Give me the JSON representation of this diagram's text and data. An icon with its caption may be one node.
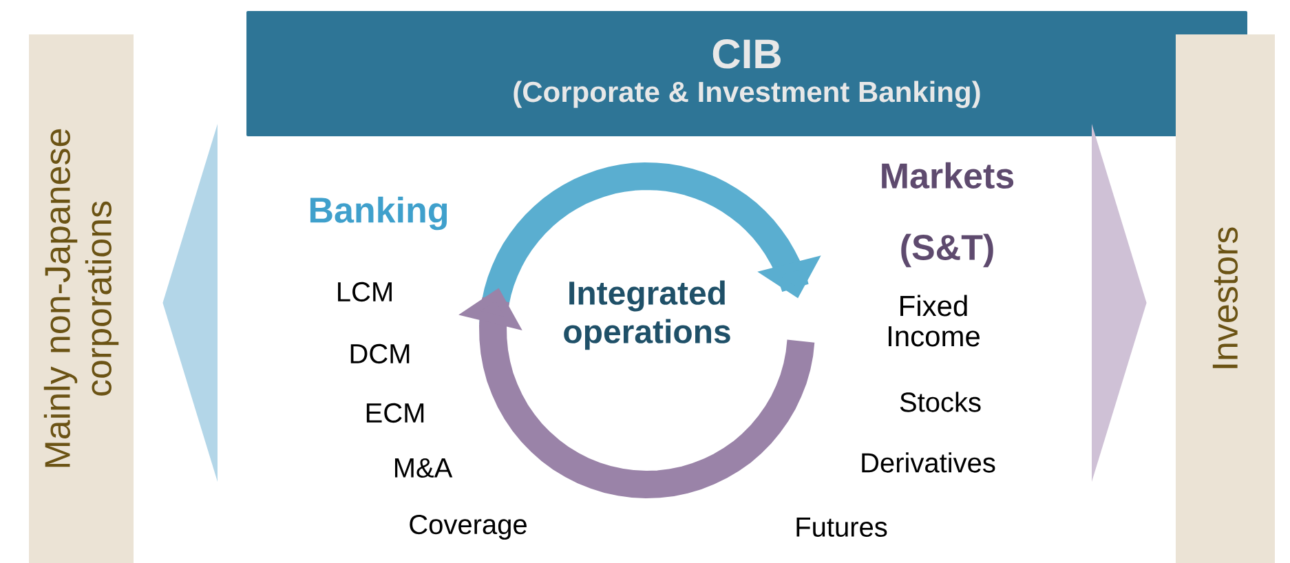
{
  "diagram": {
    "nodes": [
      {
        "text": [
          "CIB",
          "(Corporate & Investment Banking)"
        ]
      },
      {
        "text": [
          "Mainly non-Japanese corporations"
        ]
      },
      {
        "text": [
          "Investors"
        ]
      }
    ],
    "edges": [
      {
        "from": null,
        "to": 1,
        "arrow": "to",
        "color": "#b3d6e8"
      },
      {
        "from": null,
        "to": 2,
        "arrow": "to",
        "color": "#cfc1d6"
      }
    ],
    "labels": [
      "Banking",
      "LCM",
      "DCM",
      "ECM",
      "M&A",
      "Coverage",
      "Integrated operations",
      "Markets (S&T)",
      "Fixed Income",
      "Stocks",
      "Derivatives",
      "Futures"
    ]
  }
}
